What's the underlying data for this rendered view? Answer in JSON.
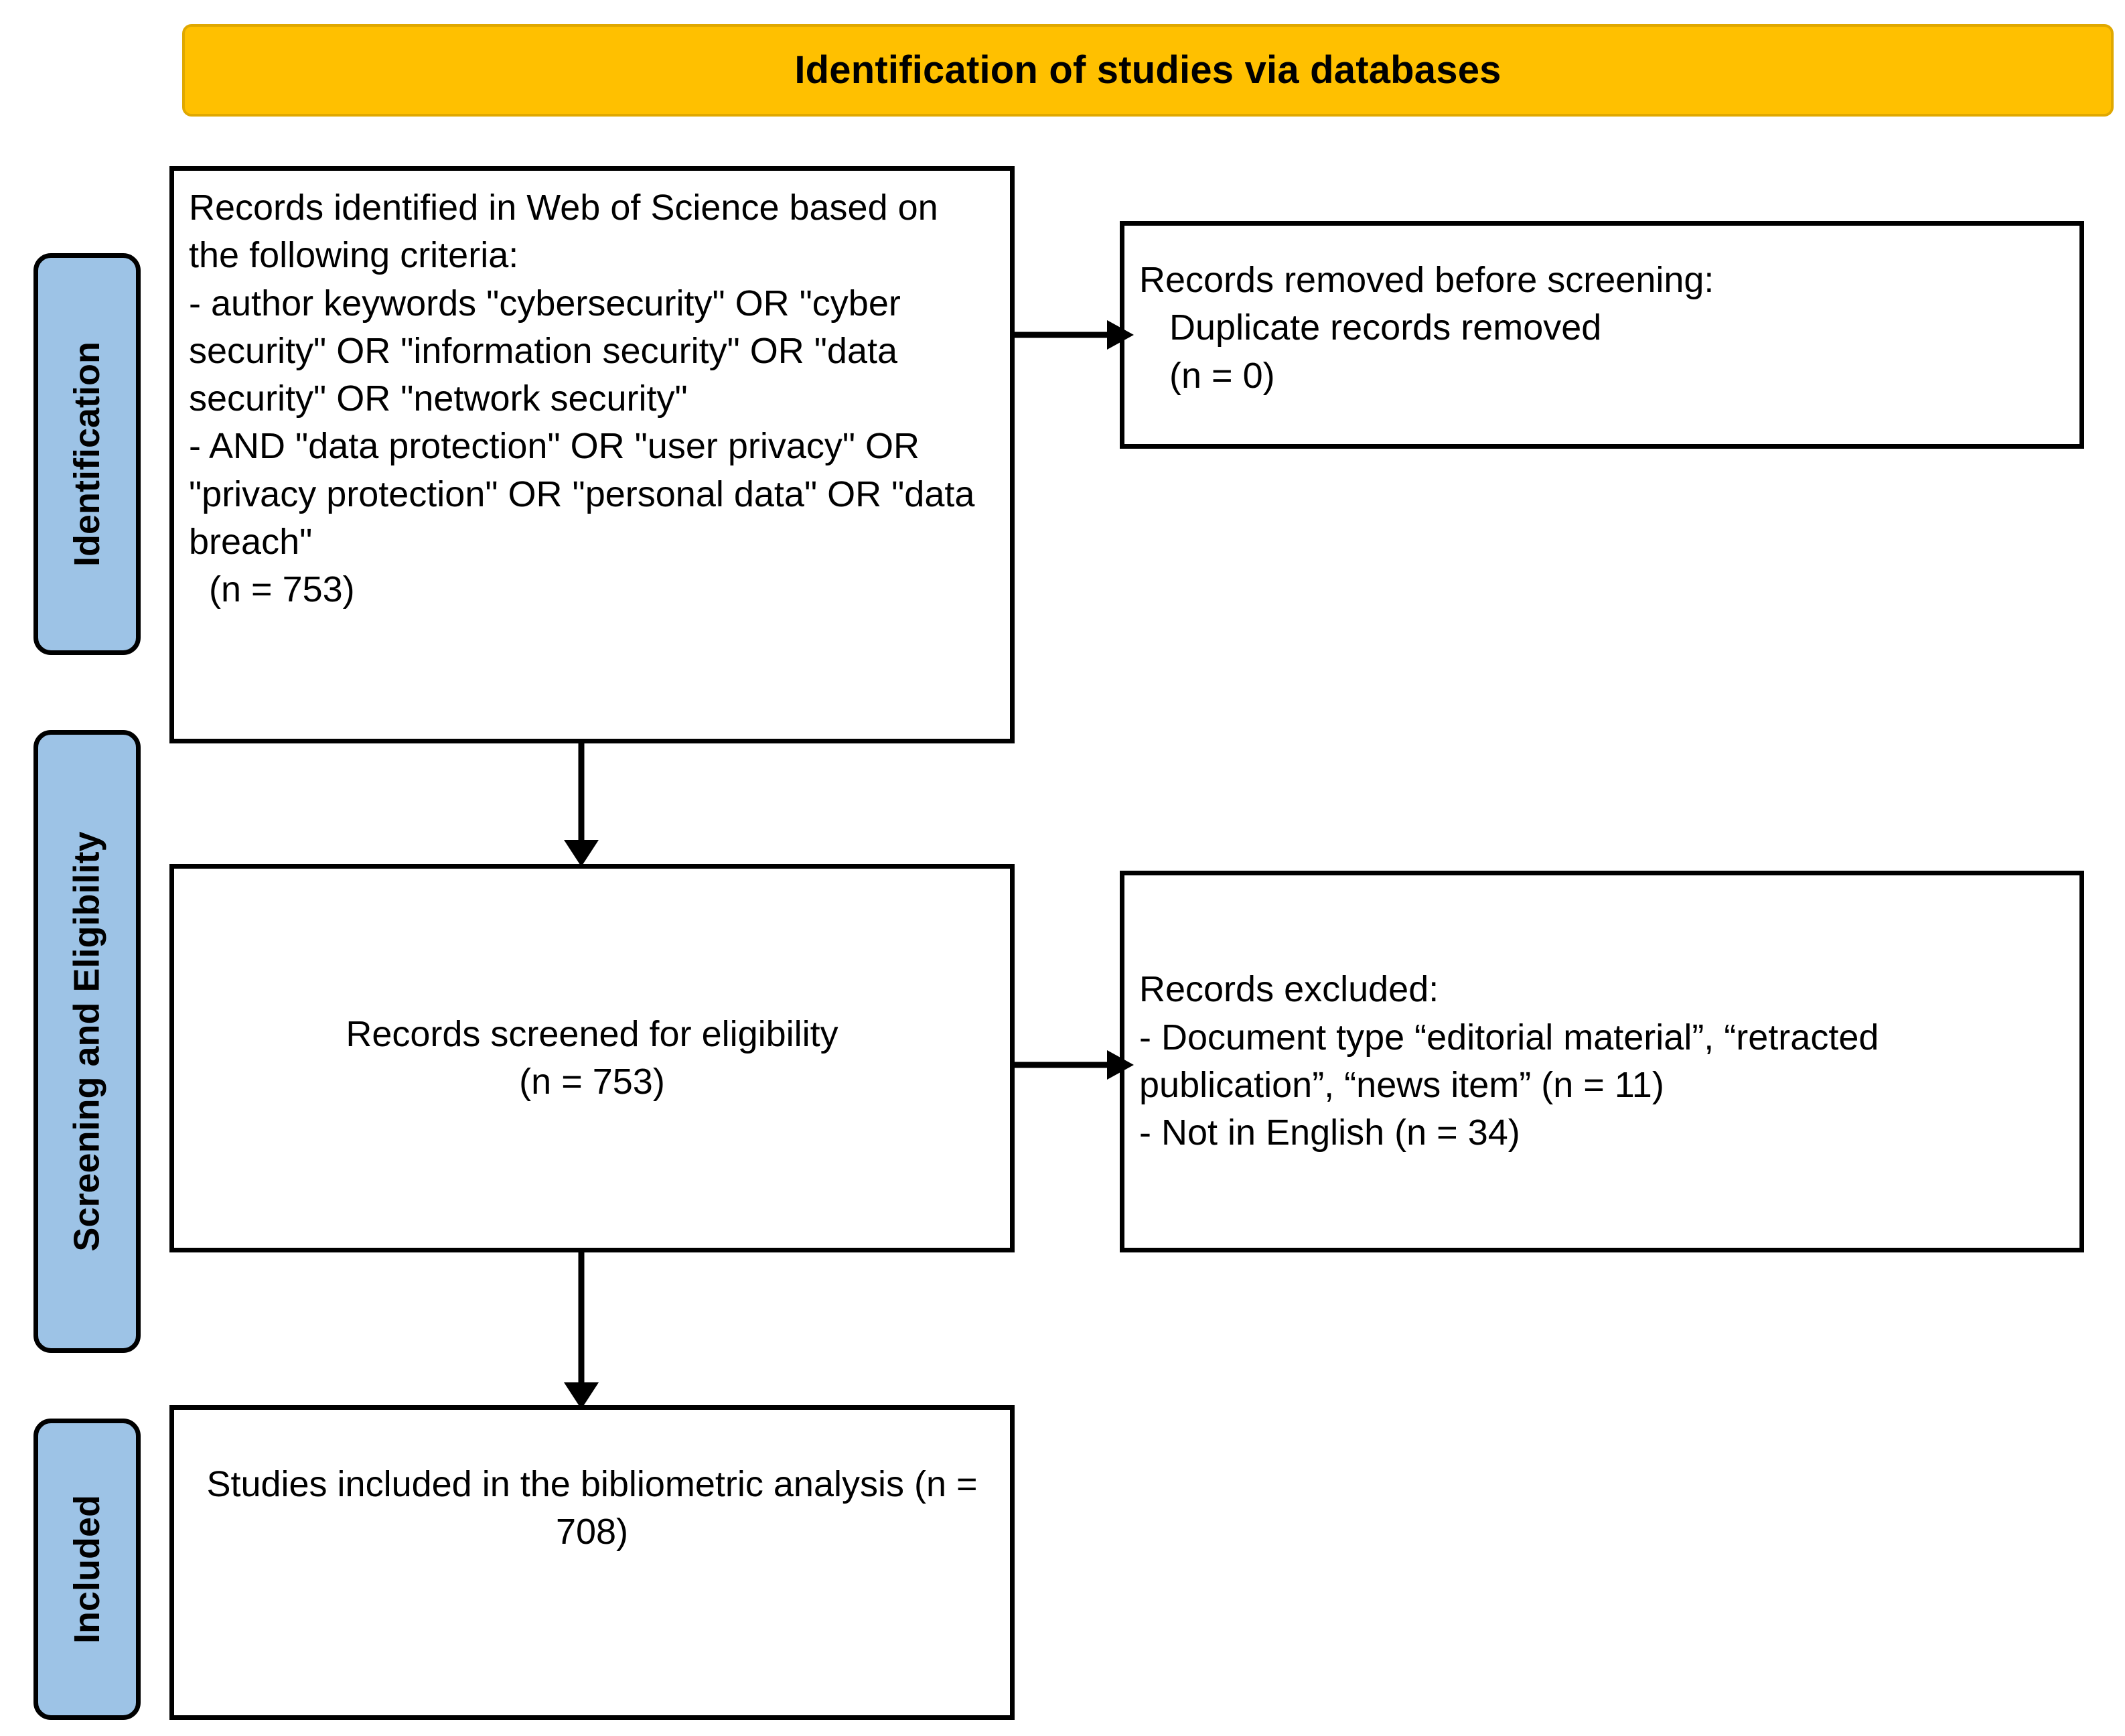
{
  "diagram": {
    "title": "Identification of studies via databases",
    "type": "PRISMA flow diagram"
  },
  "banner": {
    "label": "Identification of studies via databases",
    "fill_color": "#FFC000",
    "border_color": "#E0A800"
  },
  "stages": [
    {
      "id": "identification",
      "label": "Identification",
      "fill_color": "#9DC3E6"
    },
    {
      "id": "screening-eligibility",
      "label": "Screening and Eligibility",
      "fill_color": "#9DC3E6"
    },
    {
      "id": "included",
      "label": "Included",
      "fill_color": "#9DC3E6"
    }
  ],
  "boxes": {
    "records_identified": {
      "name": "records-identified-box",
      "text": "Records identified in Web of Science based on the following criteria:\n- author keywords \"cybersecurity\" OR \"cyber security\" OR \"information security\" OR \"data security\" OR \"network security\"\n- AND \"data protection\" OR \"user privacy\" OR \"privacy protection\" OR \"personal data\" OR \"data breach\"\n  (n = 753)",
      "count_label": "(n = 753)",
      "count": 753
    },
    "records_removed": {
      "name": "records-removed-box",
      "text": "Records removed before screening:\n   Duplicate records removed\n   (n = 0)",
      "count_label": "(n = 0)",
      "count": 0
    },
    "records_screened": {
      "name": "records-screened-box",
      "text": "Records screened for eligibility\n(n = 753)",
      "count_label": "(n = 753)",
      "count": 753
    },
    "records_excluded": {
      "name": "records-excluded-box",
      "text": "Records excluded:\n- Document type “editorial material”, “retracted publication”, “news item” (n = 11)\n- Not in English (n = 34)",
      "excluded_document_type_count": 11,
      "excluded_not_english_count": 34
    },
    "studies_included": {
      "name": "studies-included-box",
      "text": "Studies included in the bibliometric analysis (n = 708)",
      "count_label": "(n = 708)",
      "count": 708
    }
  },
  "connectors": [
    {
      "id": "identified-to-removed",
      "name": "arrow-identified-to-removed",
      "direction": "right"
    },
    {
      "id": "identified-to-screened",
      "name": "arrow-identified-to-screened",
      "direction": "down"
    },
    {
      "id": "screened-to-excluded",
      "name": "arrow-screened-to-excluded",
      "direction": "right"
    },
    {
      "id": "screened-to-included",
      "name": "arrow-screened-to-included",
      "direction": "down"
    }
  ],
  "colors": {
    "banner": "#FFC000",
    "stage_tab": "#9DC3E6",
    "line": "#000000",
    "box_fill": "#FFFFFF"
  }
}
